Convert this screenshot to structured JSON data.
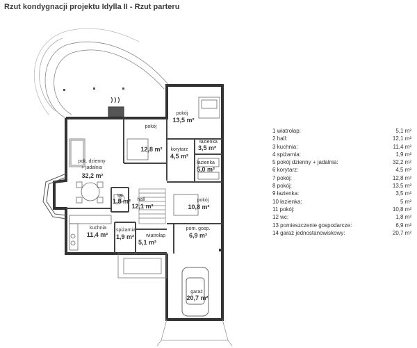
{
  "title": "Rzut kondygnacji projektu Idylla II - Rzut parteru",
  "rooms": [
    {
      "id": "pokoj_dzienny",
      "name": "pok. dzienny\n+ jadalnia",
      "area": "32,2 m²"
    },
    {
      "id": "pokoj7",
      "name": "pokój",
      "area": "12,8 m²"
    },
    {
      "id": "korytarz",
      "name": "korytarz",
      "area": "4,5 m²"
    },
    {
      "id": "pokoj8",
      "name": "pokój",
      "area": "13,5 m²"
    },
    {
      "id": "lazienka9",
      "name": "łazienka",
      "area": "3,5 m²"
    },
    {
      "id": "lazienka10",
      "name": "łazienka",
      "area": "5,0 m²"
    },
    {
      "id": "pokoj11",
      "name": "pokój",
      "area": "10,8 m²"
    },
    {
      "id": "wc",
      "name": "wc",
      "area": "1,8 m²"
    },
    {
      "id": "hall",
      "name": "hall",
      "area": "12,1 m²"
    },
    {
      "id": "kuchnia",
      "name": "kuchnia",
      "area": "11,4 m²"
    },
    {
      "id": "spizarnia",
      "name": "spiżarnia",
      "area": "1,9 m²"
    },
    {
      "id": "wiatrolap",
      "name": "wiatrołap",
      "area": "5,1 m²"
    },
    {
      "id": "pom_gosp",
      "name": "pom. gosp.",
      "area": "6,9 m²"
    },
    {
      "id": "garaz",
      "name": "garaż",
      "area": "20,7 m²"
    }
  ],
  "legend": [
    {
      "label": "1 wiatrołap:",
      "value": "5,1 m²"
    },
    {
      "label": "2 hall:",
      "value": "12,1 m²"
    },
    {
      "label": "3 kuchnia:",
      "value": "11,4 m²"
    },
    {
      "label": "4 spiżarnia:",
      "value": "1,9 m²"
    },
    {
      "label": "5 pokój dzienny + jadalnia:",
      "value": "32,2 m²"
    },
    {
      "label": "6 korytarz:",
      "value": "4,5 m²"
    },
    {
      "label": "7 pokój:",
      "value": "12,8 m²"
    },
    {
      "label": "8 pokój:",
      "value": "13,5 m²"
    },
    {
      "label": "9 łazienka:",
      "value": "3,5 m²"
    },
    {
      "label": "10 łazienka:",
      "value": "5 m²"
    },
    {
      "label": "11 pokój:",
      "value": "10,8 m²"
    },
    {
      "label": "12 wc:",
      "value": "1,8 m²"
    },
    {
      "label": "13 pomieszczenie gospodarcze:",
      "value": "6,9 m²"
    },
    {
      "label": "14 garaż jednostanowiskowy:",
      "value": "20,7 m²"
    }
  ]
}
